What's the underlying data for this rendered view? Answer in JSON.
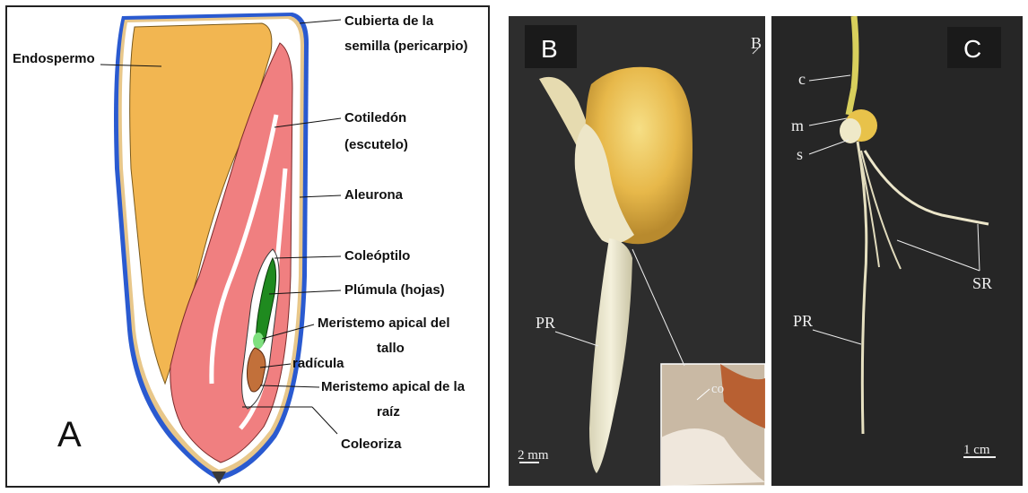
{
  "panel_a": {
    "letter": "A",
    "labels": {
      "endospermo": "Endospermo",
      "cubierta_1": "Cubierta de la",
      "cubierta_2": "semilla (pericarpio)",
      "cotiledon_1": "Cotiledón",
      "cotiledon_2": "(escutelo)",
      "aleurona": "Aleurona",
      "coleoptilo": "Coleóptilo",
      "plumula": "Plúmula (hojas)",
      "meristemo_tallo_1": "Meristemo apical del",
      "meristemo_tallo_2": "tallo",
      "radicula": "radícula",
      "meristemo_raiz_1": "Meristemo apical de la",
      "meristemo_raiz_2": "raíz",
      "coleoriza": "Coleoriza"
    },
    "colors": {
      "endosperm": "#f2b651",
      "cotyledon": "#f07f80",
      "seed_coat": "#2a5ad0",
      "plumule": "#1f8a1f",
      "radicle": "#c2703a"
    }
  },
  "panel_b": {
    "letter": "B",
    "corner_mark": "B",
    "pr_label": "PR",
    "inset_label": "co",
    "scale": "2 mm"
  },
  "panel_c": {
    "letter": "C",
    "c_label": "c",
    "m_label": "m",
    "s_label": "s",
    "sr_label": "SR",
    "pr_label": "PR",
    "scale": "1 cm"
  }
}
